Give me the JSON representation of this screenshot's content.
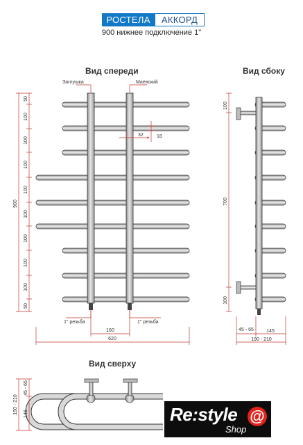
{
  "brand": {
    "part1": "РОСТЕЛА",
    "part2": "АККОРД"
  },
  "subtitle": "900 нижнее подключение 1\"",
  "views": {
    "front": "Вид спереди",
    "side": "Вид сбоку",
    "top": "Вид сверху"
  },
  "labels": {
    "plug": "Заглушка",
    "mayevsky": "Маевский",
    "thread_left": "1\" резьба",
    "thread_right": "1\" резьба"
  },
  "front_dims": {
    "height": "900",
    "segments": [
      "50",
      "100",
      "100",
      "100",
      "100",
      "100",
      "100",
      "100",
      "100",
      "50"
    ],
    "pipe_gap": "32",
    "pipe_dia": "18",
    "center": "160",
    "width": "620"
  },
  "side_dims": {
    "top": "100",
    "middle": "700",
    "bottom": "100",
    "offset": "45 - 65",
    "depth": "145",
    "total": "190 - 210"
  },
  "top_dims": {
    "total": "190 - 210",
    "offset": "45 - 65",
    "depth": "145"
  },
  "logo": {
    "main": "Re:style",
    "sub": "Shop",
    "mark": "@"
  },
  "colors": {
    "brand_blue": "#1279c7",
    "dimension_red": "#c0392b",
    "pipe": "#b5b5b5",
    "outline": "#333333"
  }
}
